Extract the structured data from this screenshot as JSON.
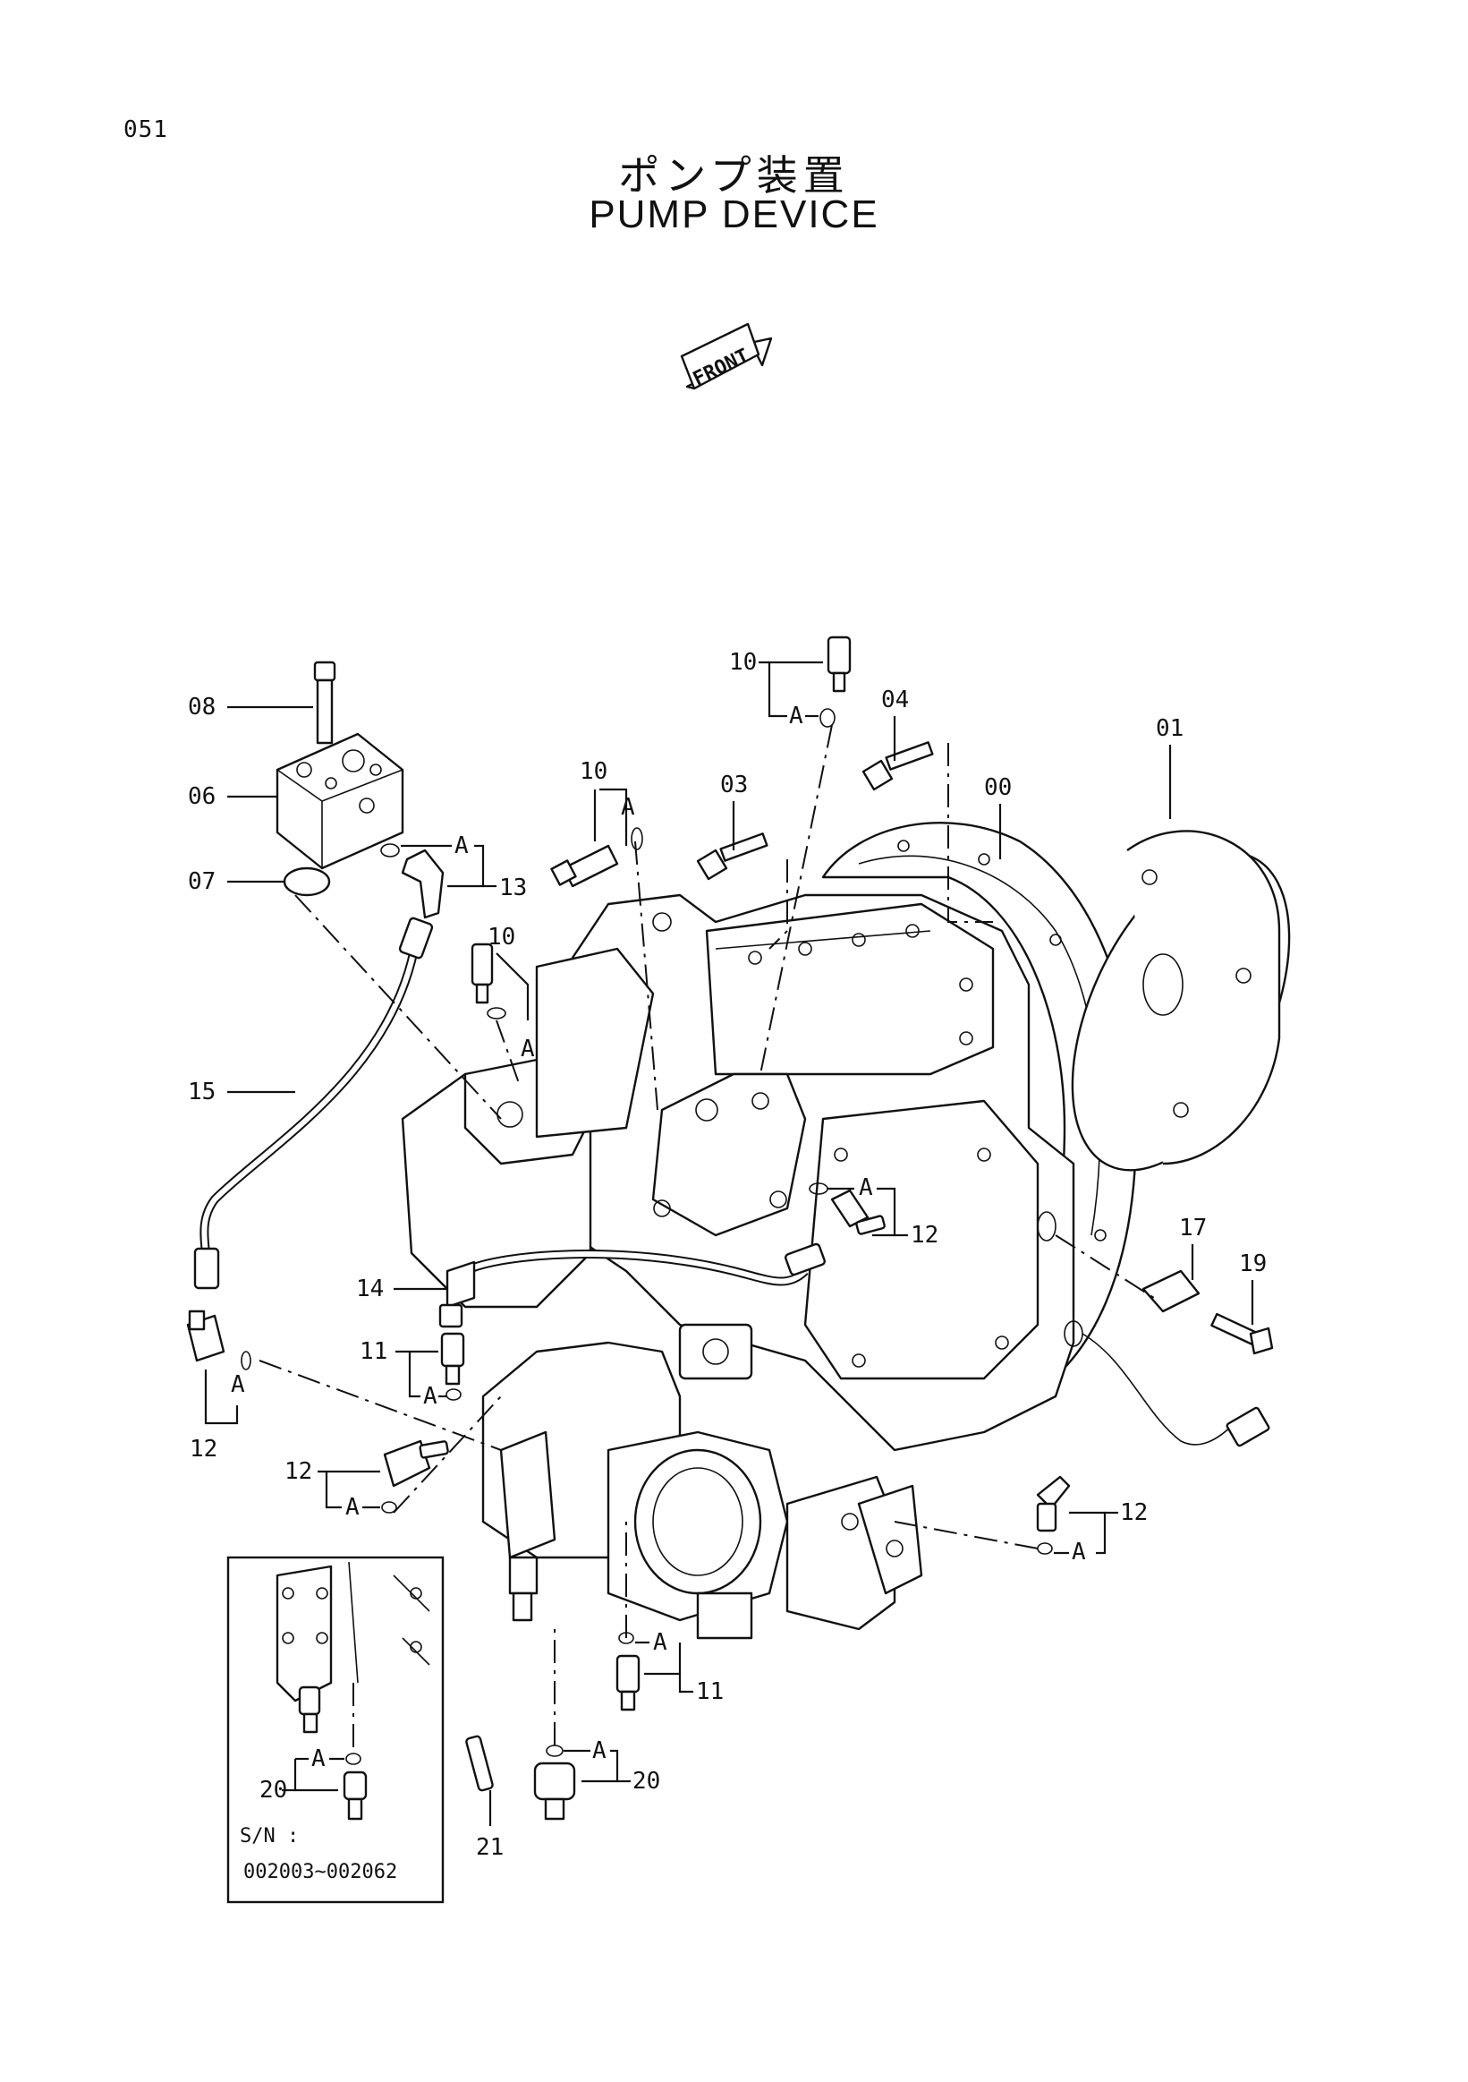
{
  "page_number": "051",
  "title_jp": "ポンプ装置",
  "title_en": "PUMP DEVICE",
  "front_marker": "FRONT",
  "callouts": {
    "c00": "00",
    "c01": "01",
    "c03": "03",
    "c04": "04",
    "c06": "06",
    "c07": "07",
    "c08": "08",
    "c10a": "10",
    "c10b": "10",
    "c10c": "10",
    "c11a": "11",
    "c11b": "11",
    "c12a": "12",
    "c12b": "12",
    "c12c": "12",
    "c12d": "12",
    "c13": "13",
    "c14": "14",
    "c15": "15",
    "c17": "17",
    "c19": "19",
    "c20a": "20",
    "c20b": "20",
    "c21": "21"
  },
  "ref_letter": "A",
  "inset": {
    "serial_label": "S/N :",
    "serial_range": "002003~002062"
  }
}
